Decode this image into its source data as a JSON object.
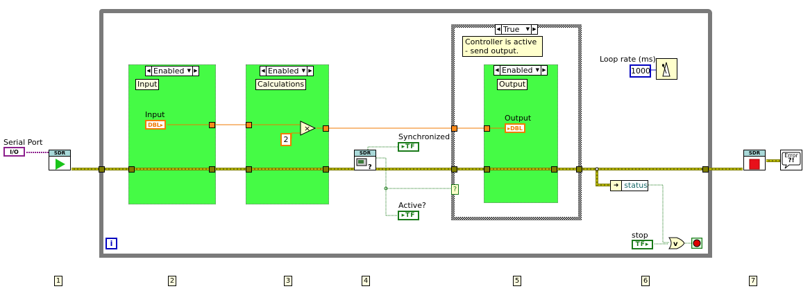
{
  "diagram": {
    "title": "Controller loop block diagram",
    "serial_port": {
      "label": "Serial Port",
      "terminal": "I/O"
    },
    "sdr_label": "SDR",
    "structures": [
      {
        "id": "input",
        "selector": "Enabled",
        "tag": "Input",
        "terminal_label": "Input",
        "terminal_type": "DBL"
      },
      {
        "id": "calculations",
        "selector": "Enabled",
        "tag": "Calculations",
        "constant": "2",
        "operator": "×"
      },
      {
        "id": "output",
        "selector": "Enabled",
        "tag": "Output",
        "terminal_label": "Output",
        "terminal_type": "DBL"
      }
    ],
    "case_structure": {
      "selector": "True",
      "comment": "Controller is active - send output.",
      "selector_terminal": "?"
    },
    "indicators": {
      "synchronized": {
        "label": "Synchronized",
        "type": "TF"
      },
      "active": {
        "label": "Active?",
        "type": "TF"
      }
    },
    "loop_rate": {
      "label": "Loop rate (ms)",
      "value": "1000"
    },
    "status": {
      "label": "status"
    },
    "stop": {
      "label": "stop",
      "type": "TF",
      "or_symbol": "v"
    },
    "error_handler": {
      "text": "Error",
      "symbol": "?!"
    },
    "iteration_terminal": "i",
    "step_markers": [
      "1",
      "2",
      "3",
      "4",
      "5",
      "6",
      "7"
    ]
  },
  "colors": {
    "error_wire": "#7f7f00",
    "numeric_wire": "#f98a1b",
    "boolean_wire": "#1a7a1a",
    "diagram_disable_bg": "#45fb45",
    "loop_border": "#7a7a7a"
  }
}
